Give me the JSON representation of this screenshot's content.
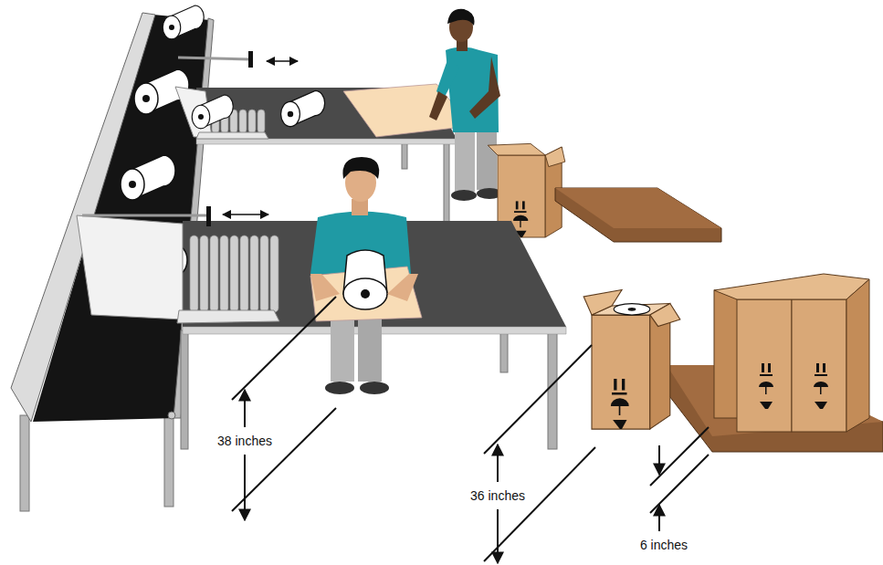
{
  "diagram": {
    "labels": [
      "38 inches",
      "36 inches",
      "6 inches"
    ]
  }
}
